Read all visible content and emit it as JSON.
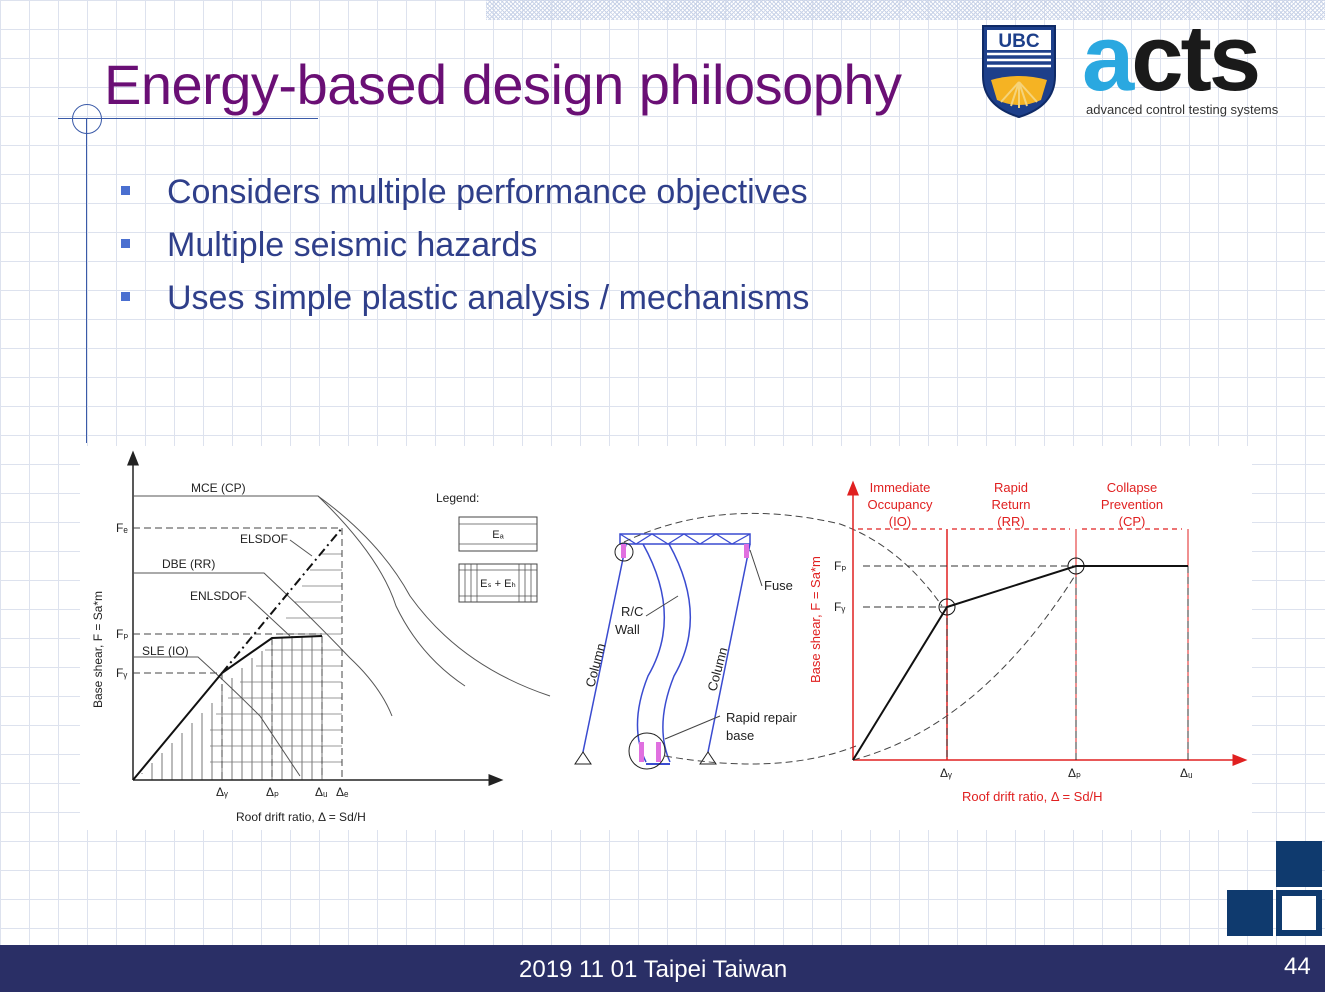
{
  "slide": {
    "title": "Energy-based design philosophy",
    "bullets": [
      "Considers multiple performance objectives",
      "Multiple seismic hazards",
      "Uses simple plastic analysis / mechanisms"
    ],
    "footer": "2019 11 01 Taipei Taiwan",
    "page_number": "44"
  },
  "logos": {
    "ubc": "UBC",
    "acts_a": "a",
    "acts_rest": "cts",
    "acts_tagline": "advanced control testing systems"
  },
  "left_plot": {
    "curves": [
      "MCE (CP)",
      "DBE (RR)",
      "SLE (IO)",
      "ELSDOF",
      "ENLSDOF"
    ],
    "y_ticks": [
      "Fₑ",
      "Fₚ",
      "Fᵧ"
    ],
    "x_ticks": [
      "Δᵧ",
      "Δₚ",
      "Δᵤ",
      "Δₑ"
    ],
    "ylabel": "Base shear, F = Sa*m",
    "xlabel": "Roof drift ratio, Δ = Sd/H",
    "legend_title": "Legend:",
    "legend_items": [
      "Eₐ",
      "Eₛ + Eₕ"
    ]
  },
  "mid_sketch": {
    "labels": [
      "Fuse",
      "R/C\nWall",
      "Column",
      "Column",
      "Rapid repair\nbase"
    ]
  },
  "right_plot": {
    "zones": [
      "Immediate\nOccupancy\n(IO)",
      "Rapid\nReturn\n(RR)",
      "Collapse\nPrevention\n(CP)"
    ],
    "y_ticks": [
      "Fₚ",
      "Fᵧ"
    ],
    "x_ticks": [
      "Δᵧ",
      "Δₚ",
      "Δᵤ"
    ],
    "ylabel": "Base shear, F = Sa*m",
    "xlabel": "Roof drift ratio, Δ = Sd/H"
  }
}
